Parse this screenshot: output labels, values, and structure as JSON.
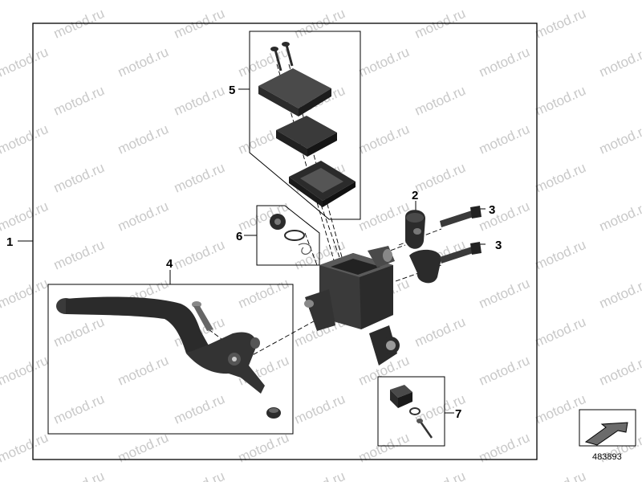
{
  "watermark": {
    "text": "motod.ru"
  },
  "callouts": {
    "c1": "1",
    "c2": "2",
    "c3a": "3",
    "c3b": "3",
    "c4": "4",
    "c5": "5",
    "c6": "6",
    "c7": "7"
  },
  "reference_id": "483893",
  "parts": {
    "p1": "assembly-frame",
    "p2": "handlebar-clamp",
    "p3": "clamp-bolt",
    "p4": "clutch-lever",
    "p5": "reservoir-cap-set",
    "p6": "rubber-boot-and-circlip",
    "p7": "switch-kit"
  },
  "colors": {
    "part_dark": "#2b2b2b",
    "part_mid": "#4a4a4a",
    "part_light": "#8a8a8a",
    "line": "#000000",
    "watermark": "#c9c9c9"
  }
}
